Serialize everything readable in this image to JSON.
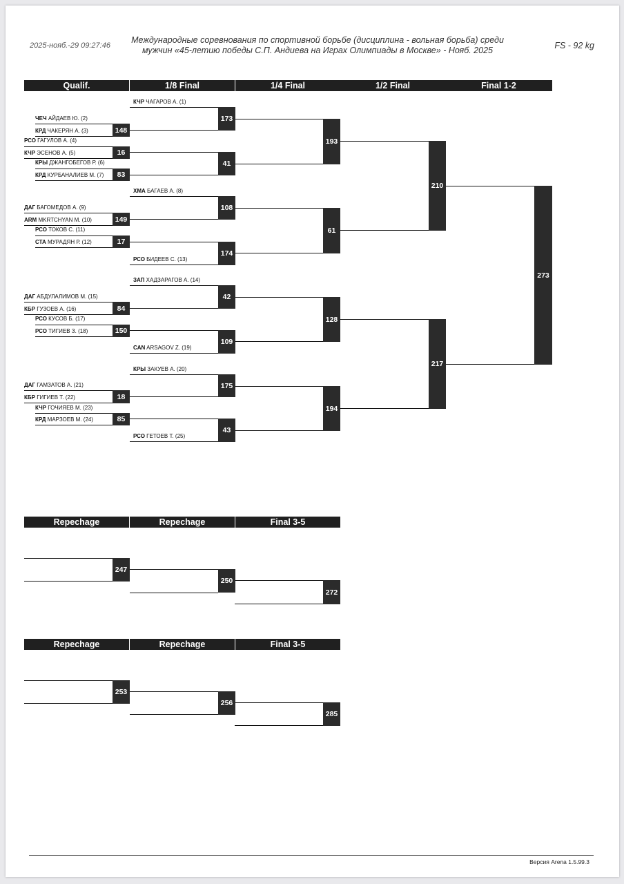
{
  "header": {
    "date": "2025-нояб.-29 09:27:46",
    "title_line1": "Международные соревнования по спортивной борьбе (дисциплина - вольная борьба) среди",
    "title_line2": "мужчин «45-летию победы С.П. Андиева на Играх Олимпиады в Москве» - Нояб. 2025",
    "category": "FS - 92 kg"
  },
  "rounds": {
    "qualif": "Qualif.",
    "r16": "1/8 Final",
    "qf": "1/4 Final",
    "sf": "1/2 Final",
    "final": "Final 1-2",
    "repechage": "Repechage",
    "bronze": "Final 3-5"
  },
  "athletes": [
    {
      "team": "КЧР",
      "name": "ЧАГАРОВ А. (1)"
    },
    {
      "team": "ЧЕЧ",
      "name": "АЙДАЕВ Ю. (2)"
    },
    {
      "team": "КРД",
      "name": "ЧАКЕРЯН А. (3)"
    },
    {
      "team": "РСО",
      "name": "ГАГУЛОВ А. (4)"
    },
    {
      "team": "КЧР",
      "name": "ЭСЕНОВ А. (5)"
    },
    {
      "team": "КРЫ",
      "name": "ДЖАНГОБЕГОВ Р. (6)"
    },
    {
      "team": "КРД",
      "name": "КУРБАНАЛИЕВ М. (7)"
    },
    {
      "team": "ХМА",
      "name": "БАГАЕВ А. (8)"
    },
    {
      "team": "ДАГ",
      "name": "БАГОМЕДОВ А. (9)"
    },
    {
      "team": "ARM",
      "name": "MKRTCHYAN M. (10)"
    },
    {
      "team": "РСО",
      "name": "ТОКОВ С. (11)"
    },
    {
      "team": "СТА",
      "name": "МУРАДЯН Р. (12)"
    },
    {
      "team": "РСО",
      "name": "БИДЕЕВ С. (13)"
    },
    {
      "team": "ЗАП",
      "name": "ХАДЗАРАГОВ А. (14)"
    },
    {
      "team": "ДАГ",
      "name": "АБДУЛАЛИМОВ М. (15)"
    },
    {
      "team": "КБР",
      "name": "ГУЗОЕВ А. (16)"
    },
    {
      "team": "РСО",
      "name": "КУСОВ Б. (17)"
    },
    {
      "team": "РСО",
      "name": "ТИГИЕВ З. (18)"
    },
    {
      "team": "CAN",
      "name": "ARSAGOV Z. (19)"
    },
    {
      "team": "КРЫ",
      "name": "ЗАКУЕВ А. (20)"
    },
    {
      "team": "ДАГ",
      "name": "ГАМЗАТОВ А. (21)"
    },
    {
      "team": "КБР",
      "name": "ГИГИЕВ Т. (22)"
    },
    {
      "team": "КЧР",
      "name": "ГОЧИЯЕВ М. (23)"
    },
    {
      "team": "КРД",
      "name": "МАРЗОЕВ М. (24)"
    },
    {
      "team": "РСО",
      "name": "ГЕТОЕВ Т. (25)"
    }
  ],
  "bouts": {
    "qualif": [
      "148",
      "16",
      "83",
      "149",
      "17",
      "84",
      "150",
      "18",
      "85"
    ],
    "r16": [
      "173",
      "41",
      "108",
      "174",
      "42",
      "109",
      "175",
      "43"
    ],
    "qf": [
      "193",
      "61",
      "128",
      "194"
    ],
    "sf": [
      "210",
      "217"
    ],
    "final": "273",
    "repechage1": [
      "247",
      "250",
      "272"
    ],
    "repechage2": [
      "253",
      "256",
      "285"
    ]
  },
  "footer": {
    "version": "Версия Arena 1.5.99.3"
  }
}
